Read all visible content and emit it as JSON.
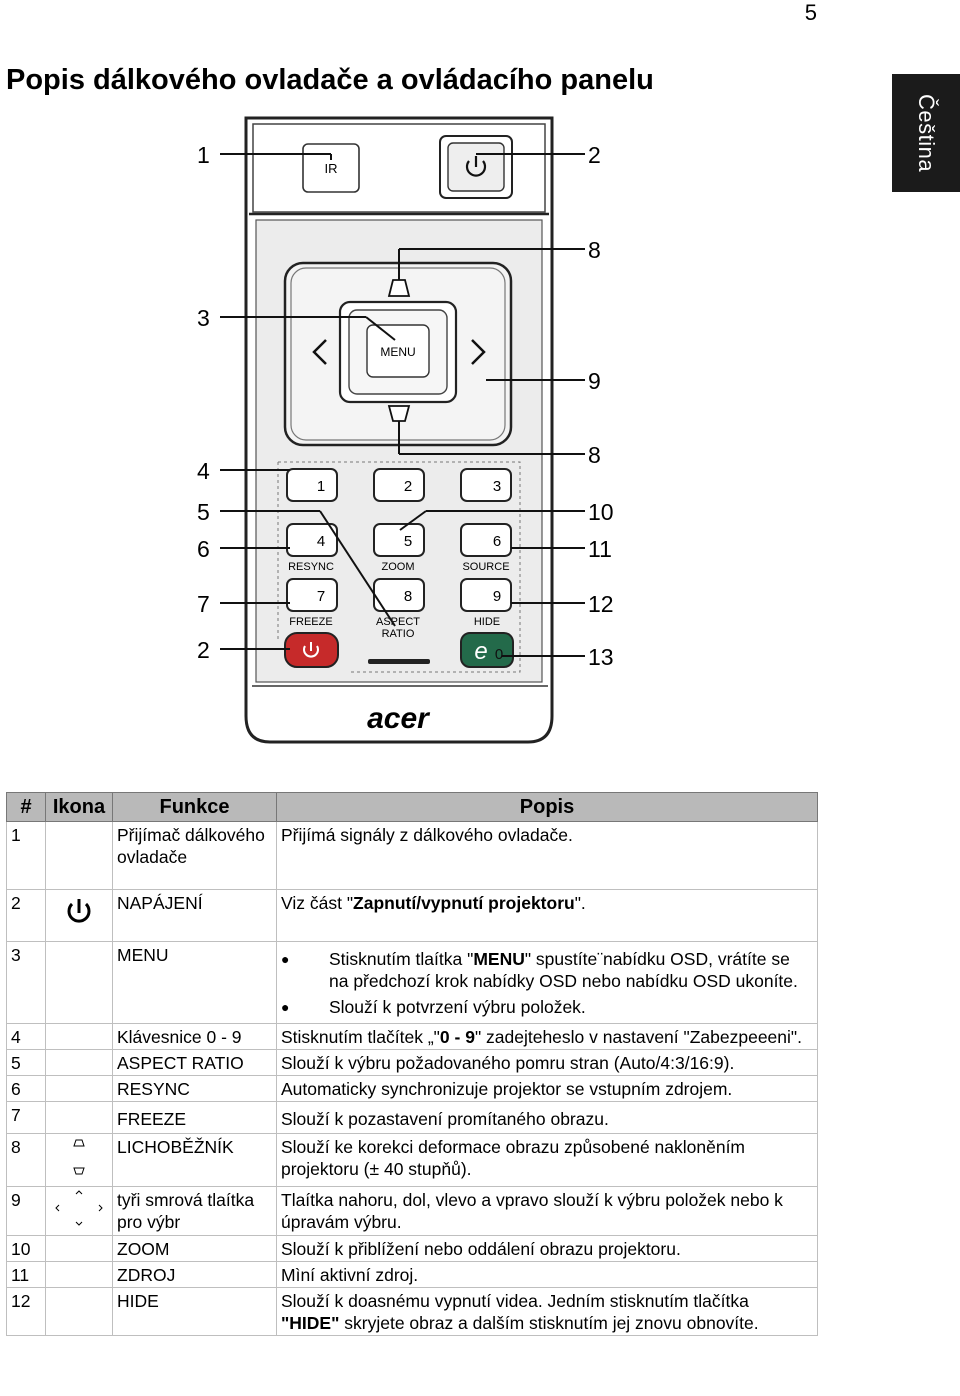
{
  "page_number": "5",
  "language_tab": "Čeština",
  "title": "Popis dálkového ovladače a ovládacího panelu",
  "remote": {
    "ir_label": "IR",
    "menu_label": "MENU",
    "keys": [
      "1",
      "2",
      "3",
      "4",
      "5",
      "6",
      "7",
      "8",
      "9"
    ],
    "key_labels": {
      "k4": "RESYNC",
      "k5": "ZOOM",
      "k6": "SOURCE",
      "k7": "FREEZE",
      "k8a": "ASPECT",
      "k8b": "RATIO",
      "k9": "HIDE"
    },
    "e_label": "e",
    "e_sub": "0",
    "brand": "acer",
    "callouts_left": [
      "1",
      "3",
      "4",
      "5",
      "6",
      "7",
      "2"
    ],
    "callouts_right": [
      "2",
      "8",
      "9",
      "8",
      "10",
      "11",
      "12",
      "13"
    ]
  },
  "table": {
    "headers": {
      "num": "#",
      "icon": "Ikona",
      "func": "Funkce",
      "desc": "Popis"
    },
    "rows": [
      {
        "num": "1",
        "func": "Přijímač dálkového ovladače",
        "desc": "Přijímá signály z dálkového ovladače."
      },
      {
        "num": "2",
        "func": "NAPÁJENÍ",
        "desc_pre": "Viz část \"",
        "desc_bold": "Zapnutí/vypnutí projektoru",
        "desc_post": "\"."
      },
      {
        "num": "3",
        "func": "MENU",
        "bullet1_pre": "Stisknutím tlaítka \"",
        "bullet1_bold": "MENU",
        "bullet1_post": "\" spustíte¨nabídku OSD, vrátíte se na předchozí krok nabídky OSD nebo nabídku OSD ukoníte.",
        "bullet2": "Slouží k potvrzení výbru položek."
      },
      {
        "num": "4",
        "func": "Klávesnice  0 - 9",
        "desc_pre": "Stisknutím tlačítek „\"",
        "desc_bold": "0 - 9",
        "desc_post": "\" zadejteheslo v nastavení \"Zabezpeeeni\"."
      },
      {
        "num": "5",
        "func": "ASPECT RATIO",
        "desc": "Slouží k výbru požadovaného pomru stran (Auto/4:3/16:9)."
      },
      {
        "num": "6",
        "func": "RESYNC",
        "desc": "Automaticky synchronizuje projektor se vstupním zdrojem."
      },
      {
        "num": "7",
        "func": "FREEZE",
        "desc": "Slouží k pozastavení promítaného obrazu."
      },
      {
        "num": "8",
        "func": "LICHOBĚŽNÍK",
        "desc": "Slouží ke korekci deformace obrazu způsobené nakloněním projektoru (± 40 stupňů)."
      },
      {
        "num": "9",
        "func": "tyři smrová tlaítka pro výbr",
        "desc": "Tlaítka nahoru, dol, vlevo a vpravo slouží k výbru položek nebo k úpravám výbru."
      },
      {
        "num": "10",
        "func": "ZOOM",
        "desc": "Slouží k přiblížení nebo oddálení obrazu projektoru."
      },
      {
        "num": "11",
        "func": "ZDROJ",
        "desc": "Mìní aktivní zdroj."
      },
      {
        "num": "12",
        "func": "HIDE",
        "desc_line1": "Slouží k doasnému vypnutí videa. Jedním stisknutím tlačítka",
        "desc_bold": "\"HIDE\"",
        "desc_post": " skryjete obraz a dalším stisknutím jej znovu obnovíte."
      }
    ]
  }
}
